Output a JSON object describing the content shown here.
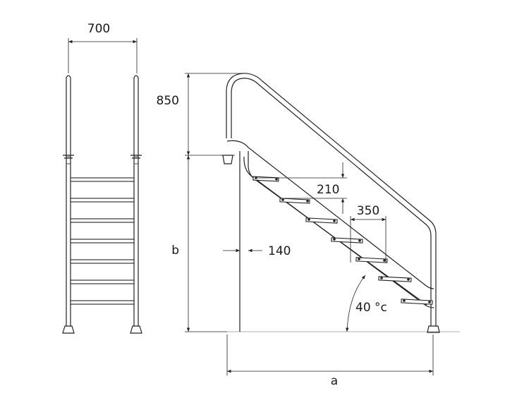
{
  "dimensions": {
    "width": "700",
    "top_height": "850",
    "base_height": "b",
    "rise": "210",
    "tread_depth": "350",
    "offset": "140",
    "angle": "40 °c",
    "length": "a"
  }
}
